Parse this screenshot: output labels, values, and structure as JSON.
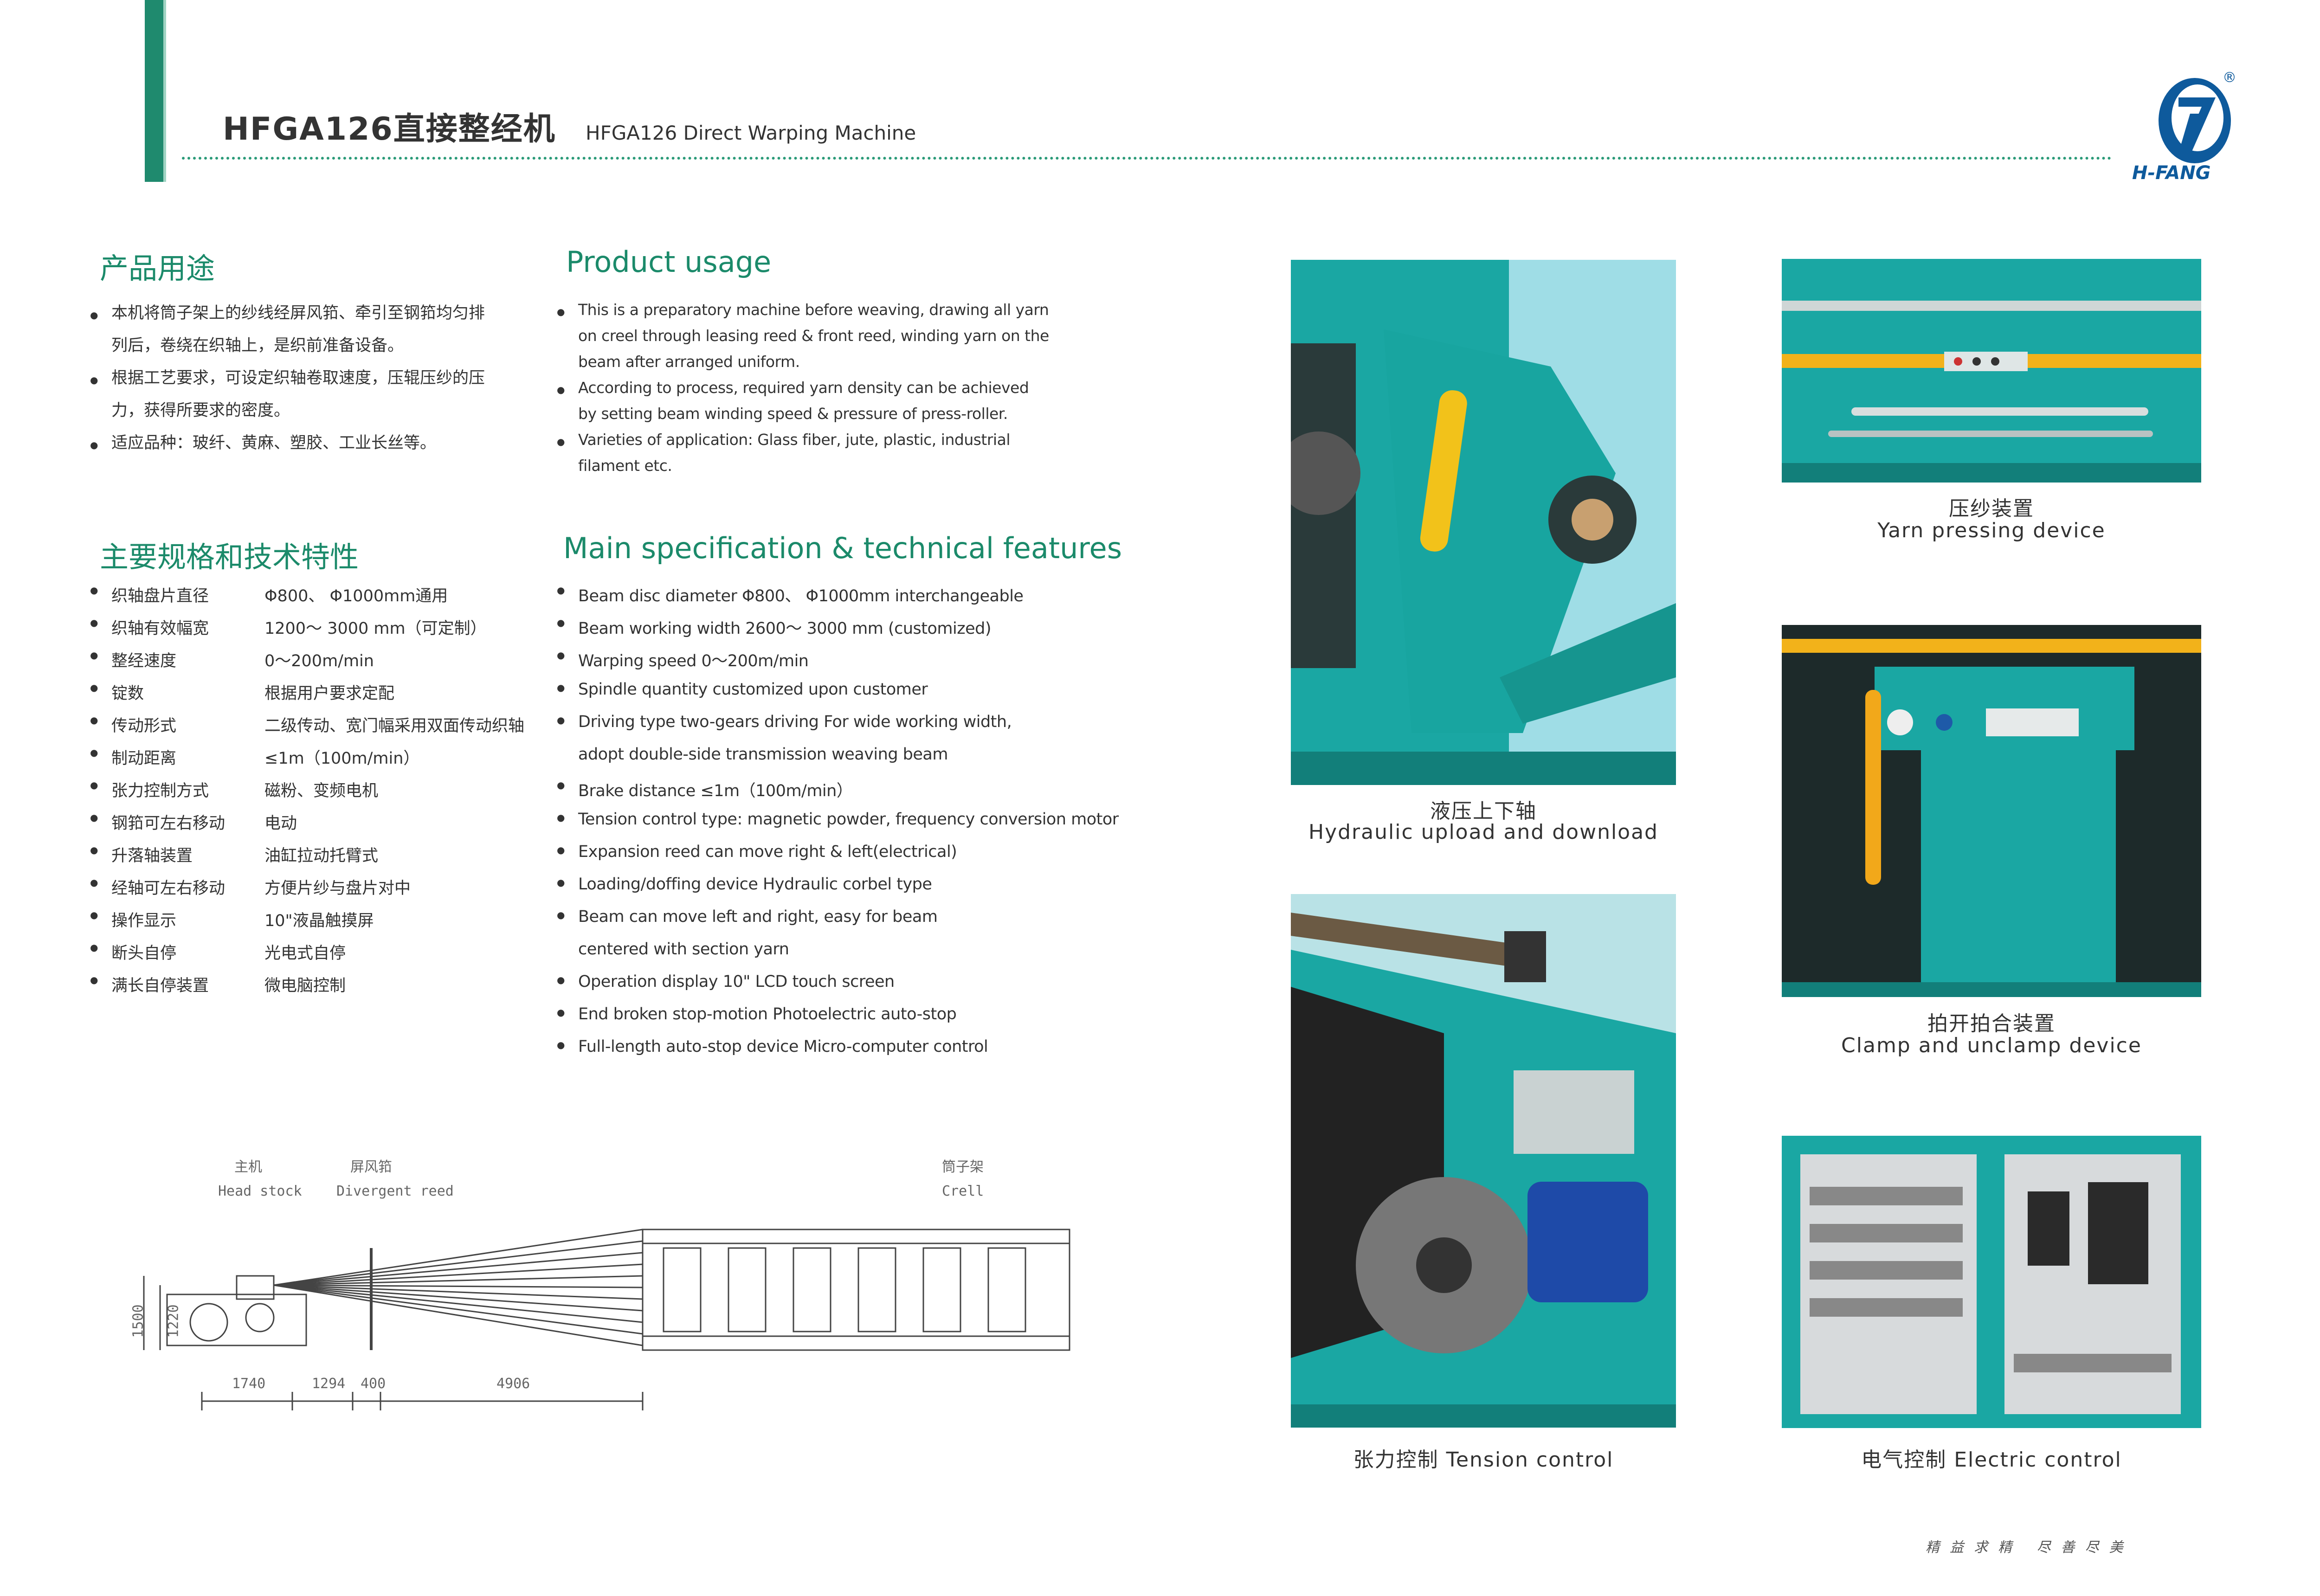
{
  "header": {
    "title_cn": "HFGA126直接整经机",
    "title_en": "HFGA126 Direct Warping Machine",
    "logo_text": "H-FANG",
    "registered_mark": "®"
  },
  "usage": {
    "heading_cn": "产品用途",
    "heading_en": "Product usage",
    "bullets_cn": [
      "本机将筒子架上的纱线经屏风筘、牵引至钢筘均匀排",
      "列后，卷绕在织轴上，是织前准备设备。",
      "根据工艺要求，可设定织轴卷取速度，压辊压纱的压",
      "力，获得所要求的密度。",
      "适应品种：玻纤、黄麻、塑胶、工业长丝等。"
    ],
    "bullets_en": [
      "This is a preparatory machine before weaving, drawing all yarn",
      "on creel through leasing reed & front reed, winding yarn on the",
      "beam after arranged uniform.",
      "According to process, required yarn density can be achieved",
      "by setting beam winding speed & pressure of press-roller.",
      "Varieties of application: Glass fiber, jute, plastic, industrial",
      "filament etc."
    ]
  },
  "specs": {
    "heading_cn": "主要规格和技术特性",
    "heading_en": "Main specification & technical features",
    "rows_cn": [
      {
        "k": "织轴盘片直径",
        "v": "Φ800、 Φ1000mm通用"
      },
      {
        "k": "织轴有效幅宽",
        "v": "1200～ 3000 mm（可定制）"
      },
      {
        "k": "整经速度",
        "v": "0～200m/min"
      },
      {
        "k": "锭数",
        "v": "根据用户要求定配"
      },
      {
        "k": "传动形式",
        "v": "二级传动、宽门幅采用双面传动织轴"
      },
      {
        "k": "制动距离",
        "v": "≤1m（100m/min）"
      },
      {
        "k": "张力控制方式",
        "v": "磁粉、变频电机"
      },
      {
        "k": "钢筘可左右移动",
        "v": "电动"
      },
      {
        "k": "升落轴装置",
        "v": "油缸拉动托臂式"
      },
      {
        "k": "经轴可左右移动",
        "v": "方便片纱与盘片对中"
      },
      {
        "k": "操作显示",
        "v": "10\"液晶触摸屏"
      },
      {
        "k": "断头自停",
        "v": "光电式自停"
      },
      {
        "k": "满长自停装置",
        "v": "微电脑控制"
      }
    ],
    "rows_en": [
      "Beam disc diameter  Φ800、 Φ1000mm interchangeable",
      "Beam working width 2600～ 3000 mm (customized)",
      "Warping speed 0～200m/min",
      "Spindle quantity customized upon customer",
      "Driving type  two-gears driving For wide working width,",
      "adopt double-side transmission weaving beam",
      "Brake distance ≤1m（100m/min）",
      "Tension control type: magnetic powder, frequency conversion motor",
      "Expansion reed can move right & left(electrical)",
      "Loading/doffing device  Hydraulic corbel type",
      "Beam can move left and right, easy for beam",
      "centered with section yarn",
      "Operation display  10\" LCD touch screen",
      "End broken stop-motion Photoelectric auto-stop",
      "Full-length auto-stop device  Micro-computer control"
    ]
  },
  "diagram": {
    "labels": [
      {
        "cn": "主机",
        "en": "Head stock"
      },
      {
        "cn": "屏风筘",
        "en": "Divergent reed"
      },
      {
        "cn": "筒子架",
        "en": "Crell"
      }
    ],
    "dims": [
      "1740",
      "1294",
      "400",
      "4906",
      "1500",
      "1220"
    ]
  },
  "photos": [
    {
      "cn": "液压上下轴",
      "en": "Hydraulic upload and download"
    },
    {
      "cn": "压纱装置",
      "en": "Yarn pressing device"
    },
    {
      "cn": "拍开拍合装置",
      "en": "Clamp and unclamp device"
    },
    {
      "cap": "张力控制   Tension control"
    },
    {
      "cap": "电气控制    Electric control"
    }
  ],
  "motto": "精益求精  尽善尽美",
  "colors": {
    "brand_green": "#1b8a6a",
    "machine_teal": "#1aa7a3",
    "accent_yellow": "#f2b21a",
    "logo_blue": "#0e5a9c"
  }
}
